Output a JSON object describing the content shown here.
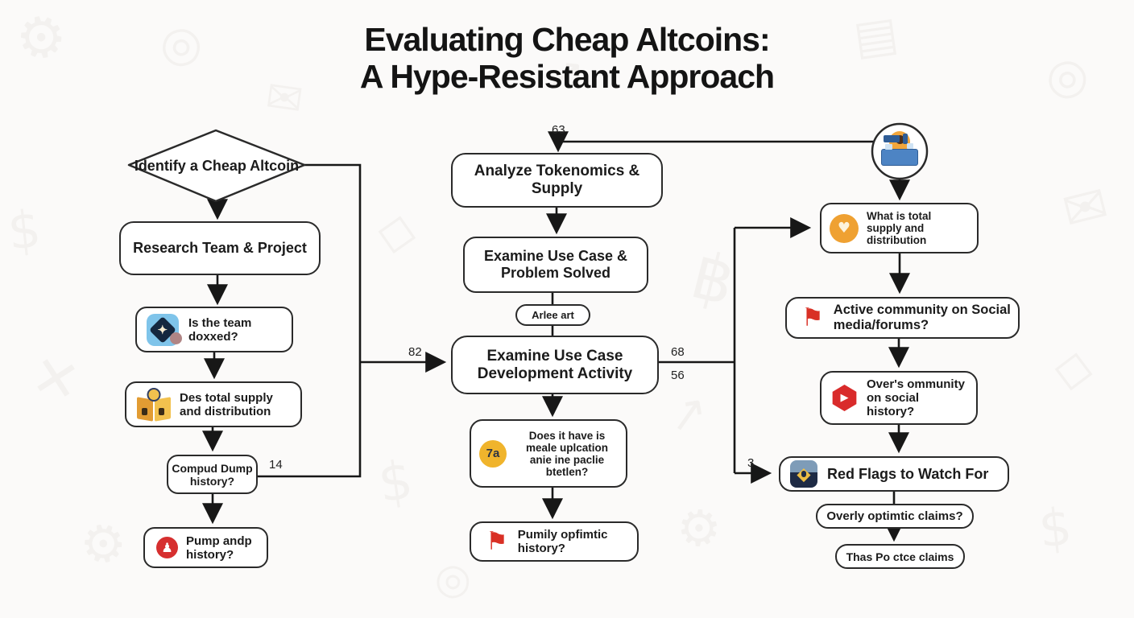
{
  "title": {
    "line1": "Evaluating Cheap Altcoins:",
    "line2": "A Hype-Resistant Approach"
  },
  "left_column": {
    "identify": "Identify a Cheap Altcoin",
    "research": "Research Team & Project",
    "doxxed": "Is the team doxxed?",
    "supply": "Des total supply and distribution",
    "dump": "Compud Dump history?",
    "pump": "Pump andp history?"
  },
  "middle_column": {
    "analyze": "Analyze Tokenomics & Supply",
    "use_case": "Examine Use Case & Problem Solved",
    "oval": "Arlee art",
    "dev_activity": "Examine Use Case Development Activity",
    "real_use": "Does it have is meale uplcation anie ine paclie btetlen?",
    "optimistic": "Pumily opfimtic history?"
  },
  "right_column": {
    "what_supply": "What is total supply and distribution",
    "community": "Active community on Social media/forums?",
    "overs": "Over's ommunity on social history?",
    "red_flags": "Red Flags to Watch For",
    "claims": "Overly optimtic claims?",
    "thas": "Thas Po ctce claims"
  },
  "edge_labels": {
    "n63": "63",
    "n82": "82",
    "n14": "14",
    "n68": "68",
    "n56": "56",
    "n3": "3"
  },
  "icons": {
    "seven_a_label": "7a",
    "doxxed_icon": "team-badge",
    "supply_icon": "open-book",
    "pump_icon": "alert-person",
    "flag_icon": "red-flag",
    "orange_icon": "coin-heart",
    "play_icon": "play-button",
    "red_flags_icon": "shield-diamond",
    "top_circle_icon": "mining-machine"
  },
  "colors": {
    "line": "#1a1a1a",
    "flag_red": "#d93025",
    "alert_red": "#d62f2f",
    "icon_blue": "#7fc4ea",
    "navy": "#1e2b45",
    "gold": "#f0b42c",
    "orange": "#efa132",
    "play_red": "#d92b2b"
  }
}
